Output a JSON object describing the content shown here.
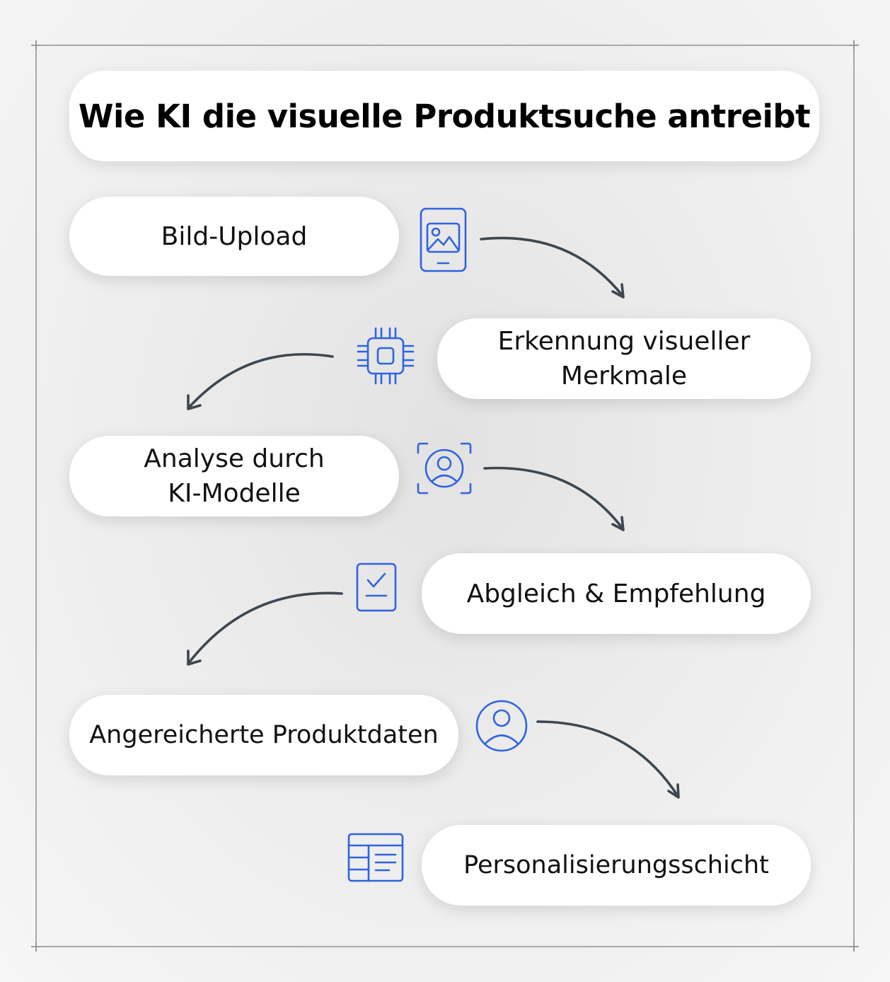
{
  "title": "Wie KI die visuelle Produktsuche antreibt",
  "colors": {
    "icon_blue": "#2F63E0",
    "arrow": "#3D4752",
    "box": "#FFFFFF"
  },
  "steps": [
    {
      "label": "Bild-Upload",
      "icon": "image-upload-tablet-icon"
    },
    {
      "label": "Erkennung visueller\nMerkmale",
      "icon": "cpu-chip-icon"
    },
    {
      "label": "Analyse durch\nKI-Modelle",
      "icon": "face-scan-icon"
    },
    {
      "label": "Abgleich & Empfehlung",
      "icon": "checklist-document-icon"
    },
    {
      "label": "Angereicherte Produktdaten",
      "icon": "user-circle-icon"
    },
    {
      "label": "Personalisierungsschicht",
      "icon": "table-layout-icon"
    }
  ]
}
